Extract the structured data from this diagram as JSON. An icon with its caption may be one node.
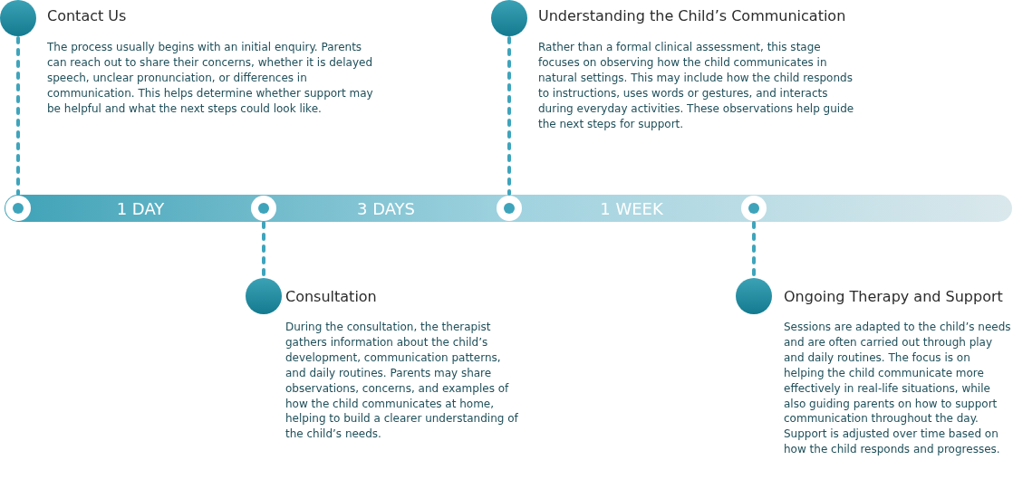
{
  "diagram": {
    "nodes": [
      {
        "text": [],
        "shape": "circle",
        "beside": [
          "Contact Us",
          "The process usually begins with an initial enquiry. Parents can reach out to share their concerns, whether it is delayed speech, unclear pronunciation, or differences in communication. This helps determine whether support may be helpful and what the next steps could look like."
        ]
      },
      {
        "text": [],
        "shape": "circle",
        "beside": [
          "Understanding the Child’s Communication",
          "Rather than a formal clinical assessment, this stage focuses on observing how the child communicates in natural settings. This may include how the child responds to instructions, uses words or gestures, and interacts during everyday activities. These observations help guide the next steps for support."
        ]
      },
      {
        "text": [],
        "shape": "circle"
      },
      {
        "text": [],
        "shape": "circle"
      },
      {
        "text": [],
        "shape": "circle"
      },
      {
        "text": [],
        "shape": "circle"
      },
      {
        "text": [],
        "shape": "circle",
        "beside": [
          "Consultation",
          "During the consultation, the therapist gathers information about the child’s development, communication patterns, and daily routines. Parents may share observations, concerns, and examples of how the child communicates at home, helping to build a clearer understanding of the child’s needs."
        ]
      },
      {
        "text": [],
        "shape": "circle",
        "beside": [
          "Ongoing Therapy and Support",
          "Sessions are adapted to the child’s needs and are often carried out through play and daily routines. The focus is on helping the child communicate more effectively in real-life situations, while also guiding parents on how to support communication throughout the day. Support is adjusted over time based on how the child responds and progresses."
        ]
      }
    ],
    "edges": [
      {
        "from": 0,
        "to": 2,
        "arrow": "none",
        "style": "dashed"
      },
      {
        "from": 3,
        "to": 6,
        "arrow": "none",
        "style": "dashed"
      },
      {
        "from": 1,
        "to": 4,
        "arrow": "none",
        "style": "dashed"
      },
      {
        "from": 5,
        "to": 7,
        "arrow": "none",
        "style": "dashed"
      }
    ],
    "labels": [
      "1 DAY",
      "3 DAYS",
      "1 WEEK"
    ]
  }
}
